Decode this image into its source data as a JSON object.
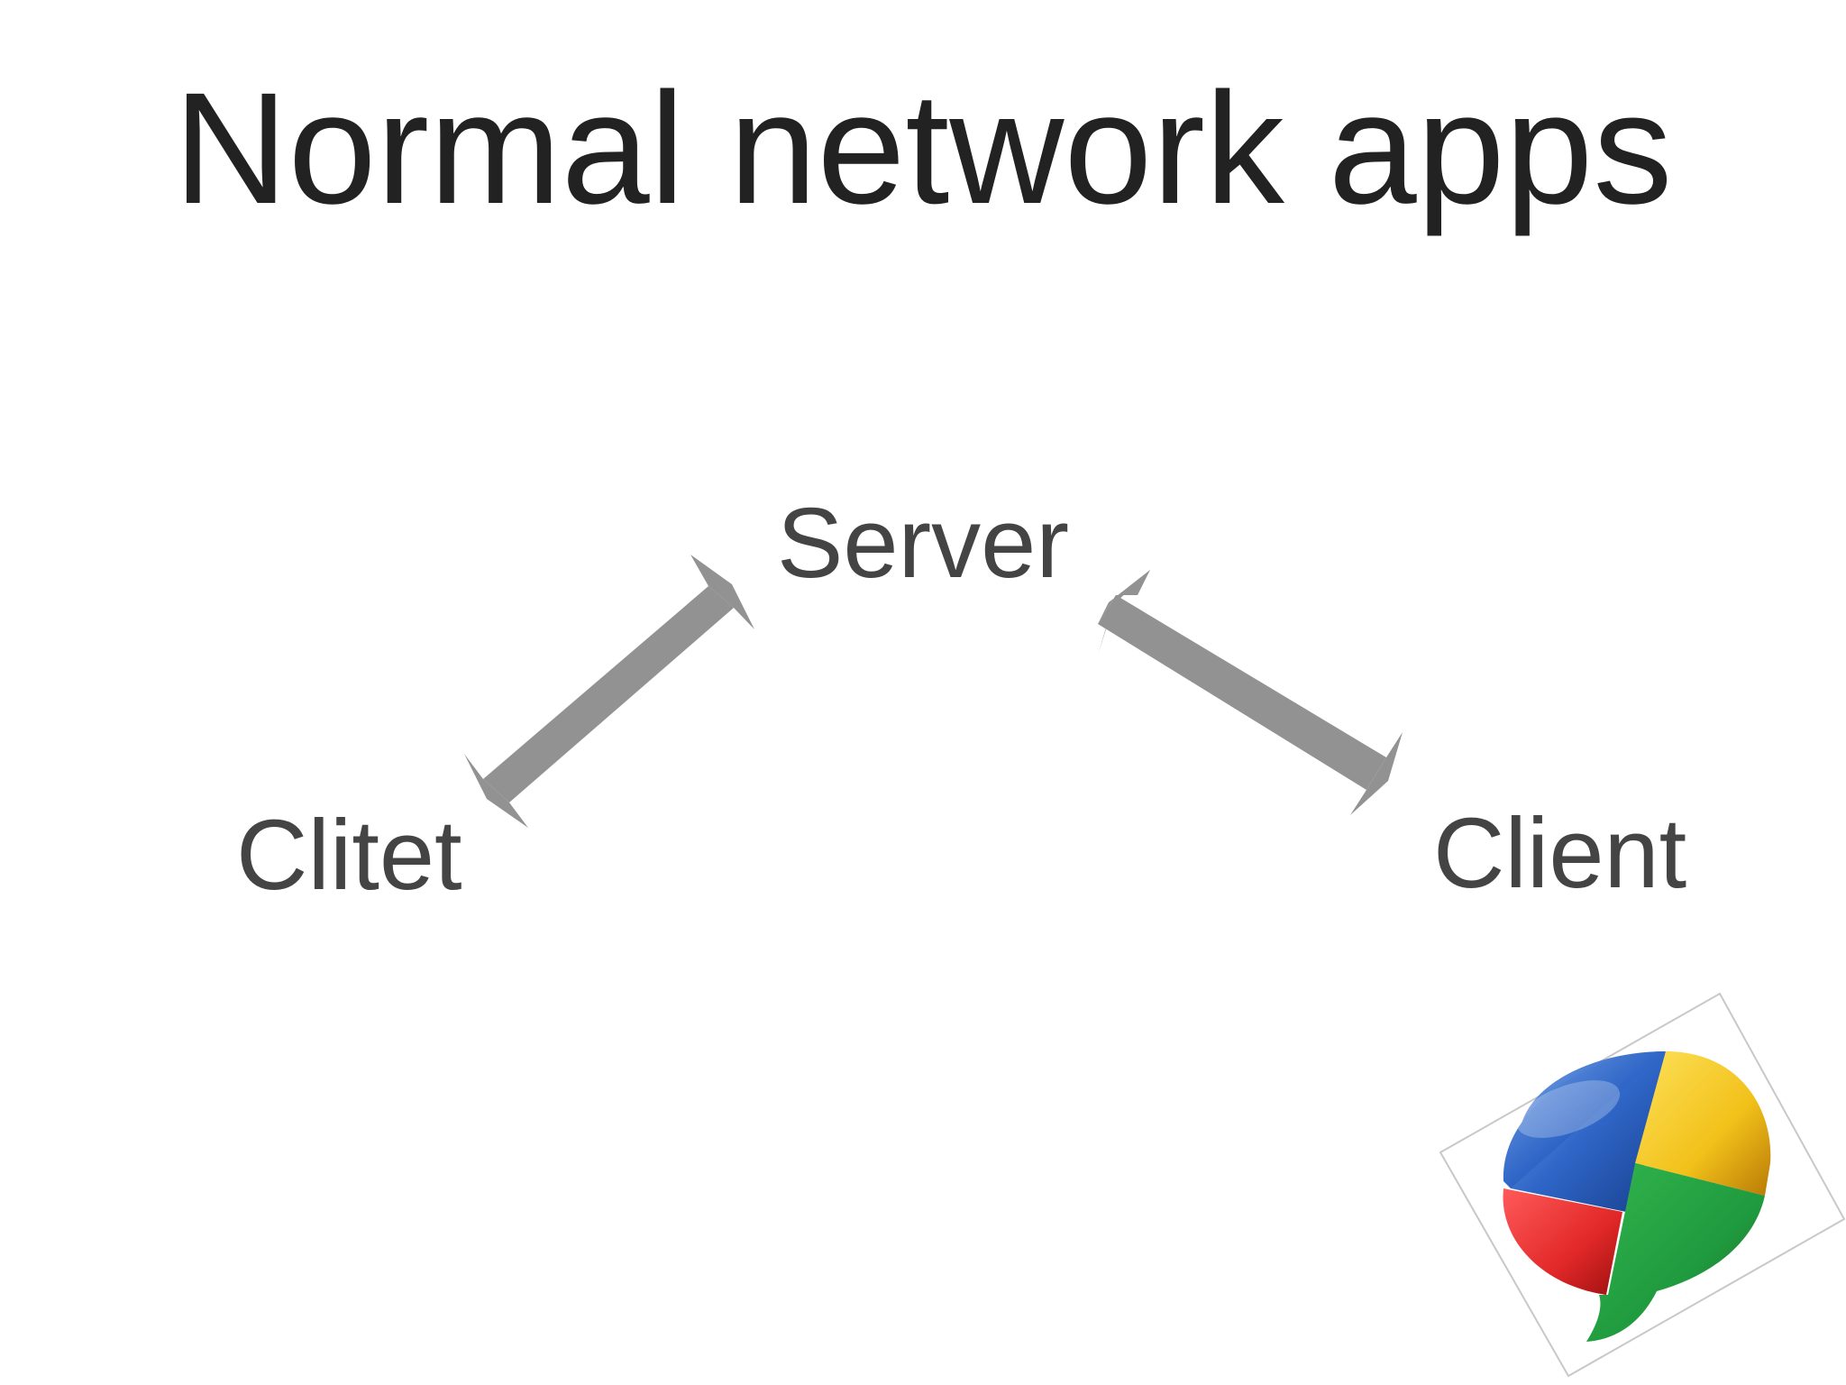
{
  "slide": {
    "title": "Normal network apps"
  },
  "diagram": {
    "nodes": {
      "server": "Server",
      "client_left": "Clitet",
      "client_right": "Client"
    },
    "connectors": [
      {
        "from": "client_left",
        "to": "server",
        "style": "double-arrow"
      },
      {
        "from": "server",
        "to": "client_right",
        "style": "double-arrow"
      }
    ],
    "connector_color": "#929292"
  },
  "logo": {
    "icon": "speech-bubble-logo-icon",
    "colors": {
      "blue": "#2f66c7",
      "yellow": "#f2c11a",
      "red": "#e22828",
      "green": "#1f9a3e"
    }
  }
}
